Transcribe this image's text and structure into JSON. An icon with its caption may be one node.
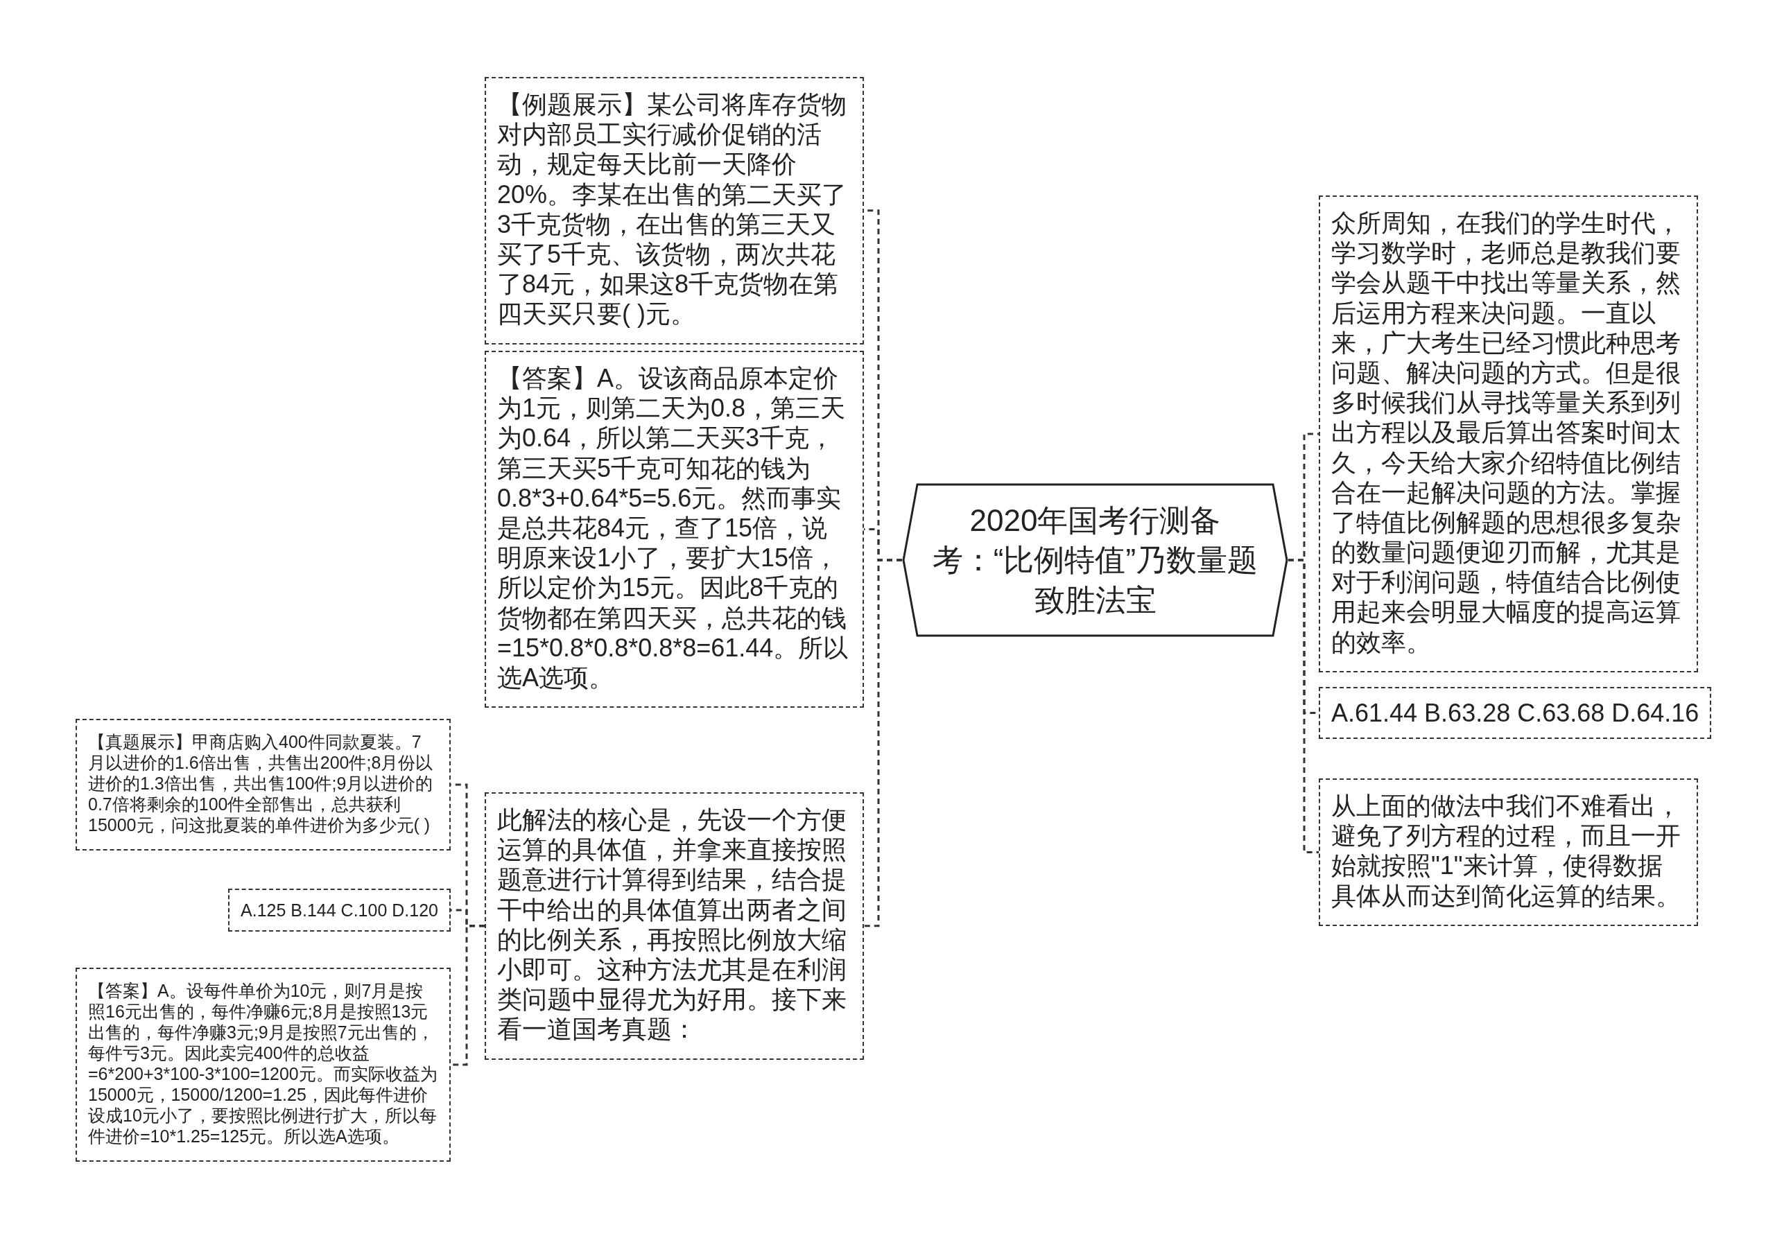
{
  "diagram": {
    "nodes": [
      {
        "text": [
          "2020年国考行测备考：“比例特值”乃数量题致胜法宝"
        ]
      },
      {
        "text": [
          "【例题展示】某公司将库存货物对内部员工实行减价促销的活动，规定每天比前一天降价20%。李某在出售的第二天买了3千克货物，在出售的第三天又买了5千克、该货物，两次共花了84元，如果这8千克货物在第四天买只要( )元。"
        ]
      },
      {
        "text": [
          "【答案】A。设该商品原本定价为1元，则第二天为0.8，第三天为0.64，所以第二天买3千克，第三天买5千克可知花的钱为0.8*3+0.64*5=5.6元。然而事实是总共花84元，查了15倍，说明原来设1小了，要扩大15倍，所以定价为15元。因此8千克的货物都在第四天买，总共花的钱=15*0.8*0.8*0.8*8=61.44。所以选A选项。"
        ]
      },
      {
        "text": [
          "此解法的核心是，先设一个方便运算的具体值，并拿来直接按照题意进行计算得到结果，结合提干中给出的具体值算出两者之间的比例关系，再按照比例放大缩小即可。这种方法尤其是在利润类问题中显得尤为好用。接下来看一道国考真题："
        ]
      },
      {
        "text": [
          "【真题展示】甲商店购入400件同款夏装。7月以进价的1.6倍出售，共售出200件;8月份以进价的1.3倍出售，共出售100件;9月以进价的0.7倍将剩余的100件全部售出，总共获利15000元，问这批夏装的单件进价为多少元( )"
        ]
      },
      {
        "text": [
          "A.125 B.144 C.100 D.120"
        ]
      },
      {
        "text": [
          "【答案】A。设每件单价为10元，则7月是按照16元出售的，每件净赚6元;8月是按照13元出售的，每件净赚3元;9月是按照7元出售的，每件亏3元。因此卖完400件的总收益=6*200+3*100-3*100=1200元。而实际收益为15000元，15000/1200=1.25，因此每件进价设成10元小了，要按照比例进行扩大，所以每件进价=10*1.25=125元。所以选A选项。"
        ]
      },
      {
        "text": [
          "众所周知，在我们的学生时代，学习数学时，老师总是教我们要学会从题干中找出等量关系，然后运用方程来决问题。一直以来，广大考生已经习惯此种思考问题、解决问题的方式。但是很多时候我们从寻找等量关系到列出方程以及最后算出答案时间太久，今天给大家介绍特值比例结合在一起解决问题的方法。掌握了特值比例解题的思想很多复杂的数量问题便迎刃而解，尤其是对于利润问题，特值结合比例使用起来会明显大幅度的提高运算的效率。"
        ]
      },
      {
        "text": [
          "A.61.44 B.63.28 C.63.68 D.64.16"
        ]
      },
      {
        "text": [
          "从上面的做法中我们不难看出，避免了列方程的过程，而且一开始就按照\"1\"来计算，使得数据具体从而达到简化运算的结果。"
        ]
      }
    ],
    "edges": [
      {
        "from": 0,
        "to": 1,
        "arrow": "none"
      },
      {
        "from": 0,
        "to": 2,
        "arrow": "none"
      },
      {
        "from": 0,
        "to": 3,
        "arrow": "none"
      },
      {
        "from": 3,
        "to": 4,
        "arrow": "none"
      },
      {
        "from": 3,
        "to": 5,
        "arrow": "none"
      },
      {
        "from": 3,
        "to": 6,
        "arrow": "none"
      },
      {
        "from": 0,
        "to": 7,
        "arrow": "none"
      },
      {
        "from": 0,
        "to": 8,
        "arrow": "none"
      },
      {
        "from": 0,
        "to": 9,
        "arrow": "none"
      }
    ]
  }
}
